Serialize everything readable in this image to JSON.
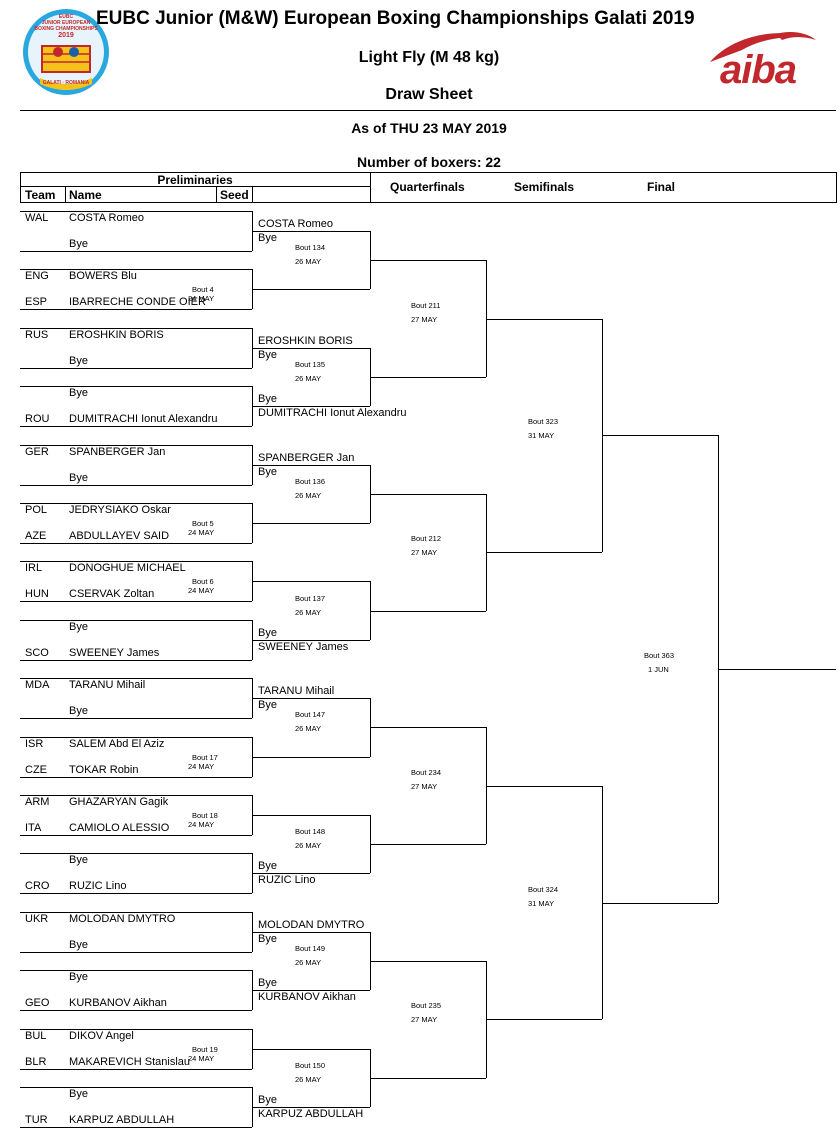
{
  "header": {
    "title": "EUBC Junior (M&W) European Boxing Championships Galati 2019",
    "category": "Light Fly (M 48 kg)",
    "sheet": "Draw Sheet",
    "as_of": "As of THU 23 MAY 2019",
    "boxers": "Number of boxers: 22",
    "logo_event_text": [
      "EUBC",
      "JUNIOR EUROPEAN",
      "BOXING CHAMPIONSHIPS",
      "2019",
      "GALATI · ROMANIA"
    ],
    "logo_brand": "aiba"
  },
  "columns": {
    "preliminaries": "Preliminaries",
    "team": "Team",
    "name": "Name",
    "seed": "Seed",
    "quarterfinals": "Quarterfinals",
    "semifinals": "Semifinals",
    "final": "Final"
  },
  "entries": [
    {
      "team": "WAL",
      "name": "COSTA Romeo"
    },
    {
      "team": "",
      "name": "Bye"
    },
    {
      "team": "ENG",
      "name": "BOWERS Blu"
    },
    {
      "team": "ESP",
      "name": "IBARRECHE CONDE OIER"
    },
    {
      "team": "RUS",
      "name": "EROSHKIN BORIS"
    },
    {
      "team": "",
      "name": "Bye"
    },
    {
      "team": "",
      "name": "Bye"
    },
    {
      "team": "ROU",
      "name": "DUMITRACHI Ionut Alexandru"
    },
    {
      "team": "GER",
      "name": "SPANBERGER Jan"
    },
    {
      "team": "",
      "name": "Bye"
    },
    {
      "team": "POL",
      "name": "JEDRYSIAKO Oskar"
    },
    {
      "team": "AZE",
      "name": "ABDULLAYEV SAID"
    },
    {
      "team": "IRL",
      "name": "DONOGHUE MICHAEL"
    },
    {
      "team": "HUN",
      "name": "CSERVAK Zoltan"
    },
    {
      "team": "",
      "name": "Bye"
    },
    {
      "team": "SCO",
      "name": "SWEENEY James"
    },
    {
      "team": "MDA",
      "name": "TARANU Mihail"
    },
    {
      "team": "",
      "name": "Bye"
    },
    {
      "team": "ISR",
      "name": "SALEM Abd El Aziz"
    },
    {
      "team": "CZE",
      "name": "TOKAR Robin"
    },
    {
      "team": "ARM",
      "name": "GHAZARYAN Gagik"
    },
    {
      "team": "ITA",
      "name": "CAMIOLO ALESSIO"
    },
    {
      "team": "",
      "name": "Bye"
    },
    {
      "team": "CRO",
      "name": "RUZIC Lino"
    },
    {
      "team": "UKR",
      "name": "MOLODAN DMYTRO"
    },
    {
      "team": "",
      "name": "Bye"
    },
    {
      "team": "",
      "name": "Bye"
    },
    {
      "team": "GEO",
      "name": "KURBANOV Aikhan"
    },
    {
      "team": "BUL",
      "name": "DIKOV Angel"
    },
    {
      "team": "BLR",
      "name": "MAKAREVICH Stanislau"
    },
    {
      "team": "",
      "name": "Bye"
    },
    {
      "team": "TUR",
      "name": "KARPUZ ABDULLAH"
    }
  ],
  "prelim_bouts": [
    {
      "pair": 1,
      "bout": "Bout 4",
      "date": "24 MAY"
    },
    {
      "pair": 5,
      "bout": "Bout 5",
      "date": "24 MAY"
    },
    {
      "pair": 6,
      "bout": "Bout 6",
      "date": "24 MAY"
    },
    {
      "pair": 9,
      "bout": "Bout 17",
      "date": "24 MAY"
    },
    {
      "pair": 10,
      "bout": "Bout 18",
      "date": "24 MAY"
    },
    {
      "pair": 14,
      "bout": "Bout 19",
      "date": "24 MAY"
    }
  ],
  "r2_names": [
    {
      "name": "COSTA Romeo",
      "opp": "Bye"
    },
    {
      "name": "EROSHKIN BORIS",
      "opp": "Bye"
    },
    {
      "name": "Bye",
      "opp": "DUMITRACHI Ionut Alexandru"
    },
    {
      "name": "SPANBERGER Jan",
      "opp": "Bye"
    },
    {
      "name": "",
      "opp": ""
    },
    {
      "name": "Bye",
      "opp": "SWEENEY James"
    },
    {
      "name": "TARANU Mihail",
      "opp": "Bye"
    },
    {
      "name": "",
      "opp": ""
    },
    {
      "name": "Bye",
      "opp": "RUZIC Lino"
    },
    {
      "name": "MOLODAN DMYTRO",
      "opp": "Bye"
    },
    {
      "name": "Bye",
      "opp": "KURBANOV Aikhan"
    },
    {
      "name": "",
      "opp": ""
    },
    {
      "name": "Bye",
      "opp": "KARPUZ ABDULLAH"
    }
  ],
  "r2_bouts": [
    {
      "bout": "Bout 134",
      "date": "26 MAY"
    },
    {
      "bout": "Bout 135",
      "date": "26 MAY"
    },
    {
      "bout": "Bout 136",
      "date": "26 MAY"
    },
    {
      "bout": "Bout 137",
      "date": "26 MAY"
    },
    {
      "bout": "Bout 147",
      "date": "26 MAY"
    },
    {
      "bout": "Bout 148",
      "date": "26 MAY"
    },
    {
      "bout": "Bout 149",
      "date": "26 MAY"
    },
    {
      "bout": "Bout 150",
      "date": "26 MAY"
    }
  ],
  "qf_bouts": [
    {
      "bout": "Bout 211",
      "date": "27 MAY"
    },
    {
      "bout": "Bout 212",
      "date": "27 MAY"
    },
    {
      "bout": "Bout 234",
      "date": "27 MAY"
    },
    {
      "bout": "Bout 235",
      "date": "27 MAY"
    }
  ],
  "sf_bouts": [
    {
      "bout": "Bout 323",
      "date": "31 MAY"
    },
    {
      "bout": "Bout 324",
      "date": "31 MAY"
    }
  ],
  "final_bout": {
    "bout": "Bout 363",
    "date": "1 JUN"
  }
}
